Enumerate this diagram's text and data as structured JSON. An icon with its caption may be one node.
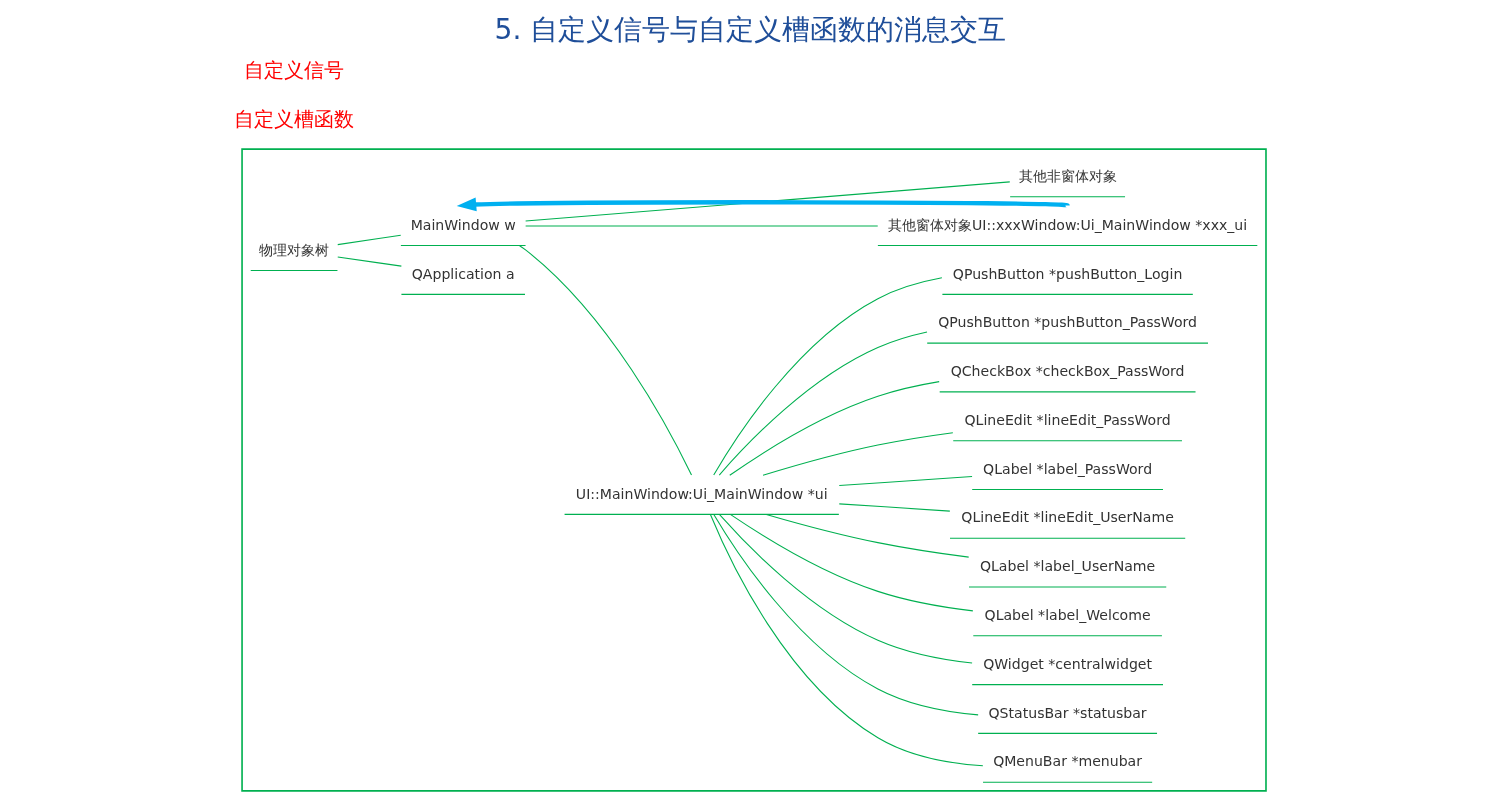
{
  "diagram": {
    "title": "5. 自定义信号与自定义槽函数的消息交互",
    "nodes": [
      {
        "text": [],
        "shape": "box"
      },
      {
        "text": [
          "物理对象树"
        ],
        "in": 0
      },
      {
        "text": [
          "QApplication a"
        ],
        "in": 0
      },
      {
        "text": [
          "MainWindow w"
        ],
        "in": 0
      },
      {
        "text": [
          "UI::MainWindow:Ui_MainWindow *ui"
        ],
        "in": 0
      },
      {
        "text": [
          "QMenuBar *menubar"
        ],
        "in": 0
      },
      {
        "text": [
          "QStatusBar *statusbar"
        ],
        "in": 0
      },
      {
        "text": [
          "QWidget *centralwidget"
        ],
        "in": 0
      },
      {
        "text": [
          "QLabel *label_Welcome"
        ],
        "in": 0
      },
      {
        "text": [
          "QLabel *label_UserName"
        ],
        "in": 0
      },
      {
        "text": [
          "QLineEdit *lineEdit_UserName"
        ],
        "in": 0
      },
      {
        "text": [
          "QLabel *label_PassWord"
        ],
        "in": 0
      },
      {
        "text": [
          "QLineEdit *lineEdit_PassWord"
        ],
        "in": 0
      },
      {
        "text": [
          "QCheckBox *checkBox_PassWord"
        ],
        "in": 0
      },
      {
        "text": [
          "QPushButton *pushButton_PassWord"
        ],
        "in": 0
      },
      {
        "text": [
          "QPushButton *pushButton_Login"
        ],
        "in": 0
      },
      {
        "text": [
          "其他窗体对象UI::xxxWindow:Ui_MainWindow *xxx_ui"
        ],
        "in": 0
      },
      {
        "text": [
          "其他非窗体对象"
        ],
        "in": 0
      }
    ],
    "edges": [
      {
        "from": 1,
        "to": 2,
        "arrow": "none"
      },
      {
        "from": 1,
        "to": 3,
        "arrow": "none"
      },
      {
        "from": 3,
        "to": 4,
        "arrow": "none"
      },
      {
        "from": 4,
        "to": 5,
        "arrow": "none"
      },
      {
        "from": 4,
        "to": 6,
        "arrow": "none"
      },
      {
        "from": 4,
        "to": 7,
        "arrow": "none"
      },
      {
        "from": 4,
        "to": 8,
        "arrow": "none"
      },
      {
        "from": 4,
        "to": 9,
        "arrow": "none"
      },
      {
        "from": 4,
        "to": 10,
        "arrow": "none"
      },
      {
        "from": 4,
        "to": 11,
        "arrow": "none"
      },
      {
        "from": 4,
        "to": 12,
        "arrow": "none"
      },
      {
        "from": 4,
        "to": 13,
        "arrow": "none"
      },
      {
        "from": 4,
        "to": 14,
        "arrow": "none"
      },
      {
        "from": 4,
        "to": 15,
        "arrow": "none"
      },
      {
        "from": 3,
        "to": 16,
        "arrow": "none"
      },
      {
        "from": 3,
        "to": 17,
        "arrow": "none"
      },
      {
        "from": 16,
        "to": 3,
        "arrow": "to",
        "color": "#00b0f0",
        "style": "thick"
      }
    ],
    "labels": [
      "自定义槽函数",
      "自定义信号"
    ]
  }
}
